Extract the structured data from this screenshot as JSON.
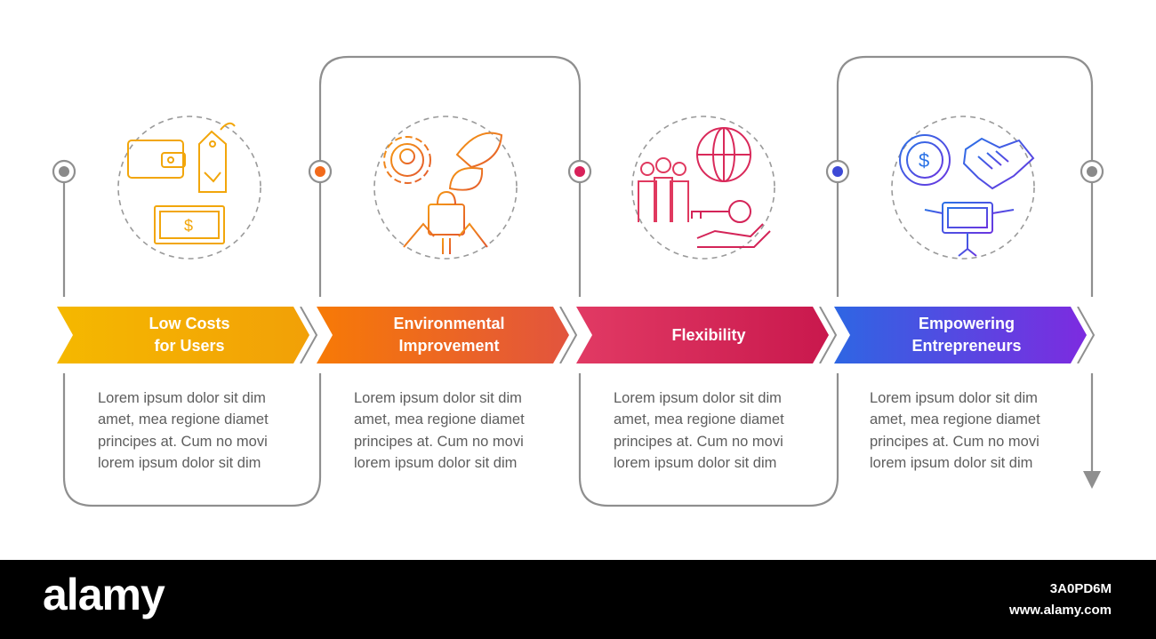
{
  "steps": [
    {
      "title": "Low Costs\nfor Users",
      "description": "Lorem ipsum dolor sit dim amet, mea regione diamet principes at. Cum no movi lorem ipsum dolor sit dim",
      "icons": [
        "wallet-icon",
        "price-tag-icon",
        "banknote-icon"
      ],
      "color_start": "#f5b800",
      "color_end": "#f2a007",
      "dot_color": "#8a8a8a"
    },
    {
      "title": "Environmental\nImprovement",
      "description": "Lorem ipsum dolor sit dim amet, mea regione diamet principes at. Cum no movi lorem ipsum dolor sit dim",
      "icons": [
        "gear-tree-icon",
        "leaves-icon",
        "shopping-bag-hands-icon"
      ],
      "color_start": "#f77a06",
      "color_end": "#e2543e",
      "dot_color": "#f26a1b"
    },
    {
      "title": "Flexibility",
      "description": "Lorem ipsum dolor sit dim amet, mea regione diamet principes at. Cum no movi lorem ipsum dolor sit dim",
      "icons": [
        "people-group-icon",
        "globe-icon",
        "key-hand-icon"
      ],
      "color_start": "#e13a64",
      "color_end": "#c9184d",
      "dot_color": "#d8215a"
    },
    {
      "title": "Empowering\nEntrepreneurs",
      "description": "Lorem ipsum dolor sit dim amet, mea regione diamet principes at. Cum no movi lorem ipsum dolor sit dim",
      "icons": [
        "dollar-coin-icon",
        "handshake-icon",
        "laptop-support-icon"
      ],
      "color_start": "#2e66e3",
      "color_end": "#7d2be0",
      "dot_color": "#3d49d6"
    }
  ],
  "footer": {
    "brand": "alamy",
    "image_id": "3A0PD6M",
    "site": "www.alamy.com"
  },
  "colors": {
    "line": "#8f8f8f",
    "text": "#5d5d5d",
    "end_dot": "#8a8a8a"
  }
}
